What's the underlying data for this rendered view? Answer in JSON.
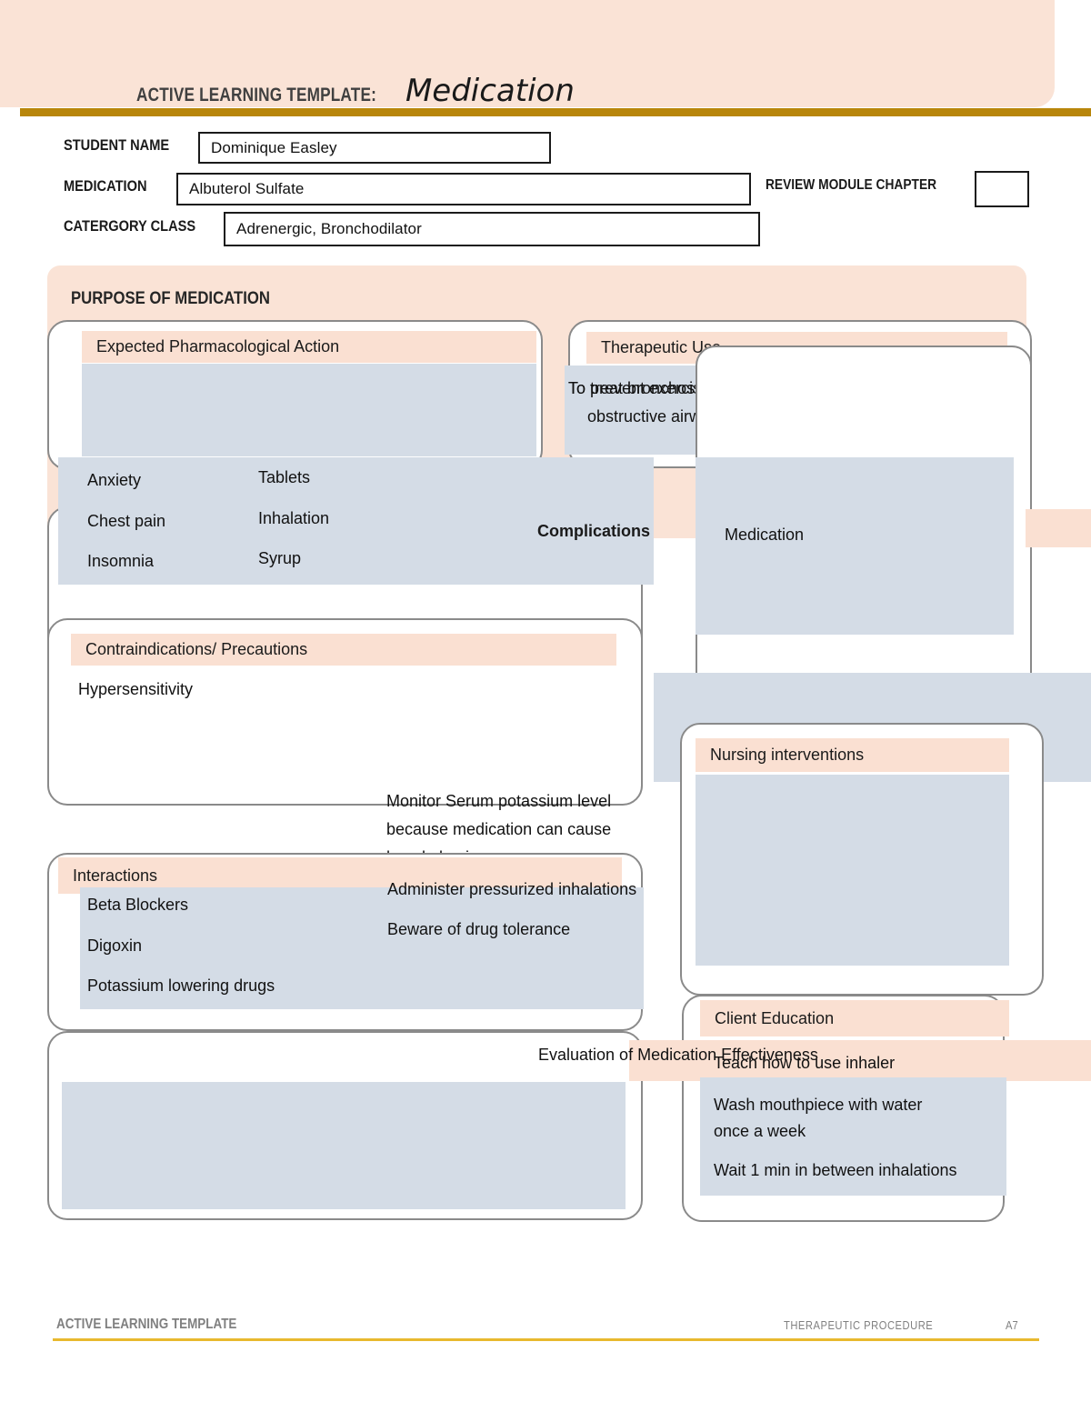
{
  "header": {
    "template_label": "ACTIVE LEARNING TEMPLATE:",
    "template_kind": "Medication",
    "accent_rule_color": "#B8860B",
    "band_color": "#FAE3D6"
  },
  "form": {
    "student_name_label": "STUDENT NAME",
    "student_name_value": "Dominique Easley",
    "medication_label": "MEDICATION",
    "medication_value": "Albuterol Sulfate",
    "review_module_label": "REVIEW MODULE CHAPTER",
    "review_module_value": "",
    "category_label": "CATERGORY CLASS",
    "category_value": "Adrenergic, Bronchodilator"
  },
  "purpose": {
    "title": "PURPOSE OF MEDICATION",
    "expected_action": {
      "header": "Expected Pharmacological Action",
      "body": ""
    },
    "therapeutic_use": {
      "header": "Therapeutic Use",
      "overlap_line_a": "To prevent exercise induced bronchospasm",
      "overlap_line_b": "To treat bronchospasm in patients with reversable",
      "line_2": "obstructive airway disease"
    }
  },
  "adverse_effects": {
    "complications_label": "Complications",
    "column_1": [
      "Anxiety",
      "Chest pain",
      "Insomnia"
    ],
    "column_2": [
      "Tablets",
      "Inhalation",
      "Syrup"
    ]
  },
  "medication_box": {
    "label": "Medication"
  },
  "contraindications": {
    "header": "Contraindications/ Precautions",
    "items": [
      "Hypersensitivity"
    ]
  },
  "monitor_note": {
    "line_1": "Monitor Serum potassium level",
    "line_2": "because medication can cause",
    "line_3": "hypokalemia"
  },
  "interactions": {
    "header": "Interactions",
    "items": [
      "Beta Blockers",
      "Digoxin",
      "Potassium lowering drugs"
    ]
  },
  "administration_notes": {
    "note_1": "Administer pressurized inhalations",
    "note_2": "Beware of drug tolerance"
  },
  "nursing": {
    "header": "Nursing interventions",
    "body": ""
  },
  "evaluation": {
    "label": "Evaluation of Medication Effectiveness",
    "body": ""
  },
  "client_education": {
    "header": "Client Education",
    "items": [
      "Teach how to use inhaler",
      "Wash mouthpiece with water",
      "once a week",
      "Wait 1 min in between inhalations"
    ]
  },
  "footer": {
    "left": "ACTIVE LEARNING TEMPLATE",
    "right": "THERAPEUTIC PROCEDURE",
    "page": "A7",
    "rule_color": "#E8B92E"
  },
  "colors": {
    "peach_band": "#FAE3D6",
    "peach_header_strip": "#FAE0D2",
    "blue_grey_body": "#D4DCE6",
    "card_outline": "#8A8A8A",
    "gold_rule": "#B8860B",
    "yellow_rule": "#E8B92E"
  }
}
